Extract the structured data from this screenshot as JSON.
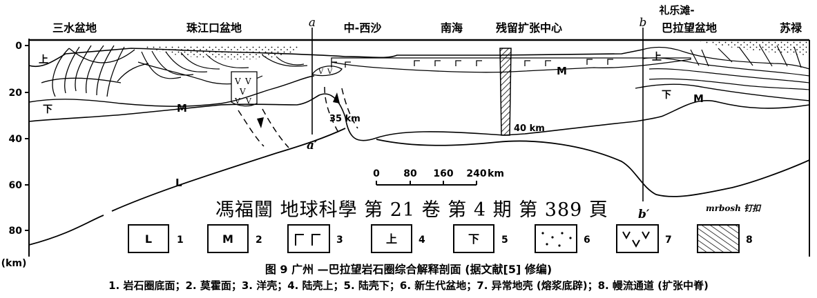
{
  "regions": {
    "sanshui": "三水盆地",
    "pearl_river_mouth": "珠江口盆地",
    "zhong_xisha": "中-西沙",
    "nanhai": "南海",
    "spreading_center": "残留扩张中心",
    "lile_line1": "礼乐滩-",
    "lile_line2": "巴拉望盆地",
    "sulu": "苏禄"
  },
  "section_marks": {
    "a": "a",
    "a_prime": "a′",
    "b": "b",
    "b_prime": "b′"
  },
  "depth_axis": {
    "ticks": [
      "0",
      "20",
      "40",
      "60",
      "80"
    ],
    "unit": "(km)"
  },
  "profile_labels": {
    "upper_left": "上",
    "lower_left": "下",
    "upper_right": "上",
    "lower_right": "下",
    "moho": "M",
    "moho_right": "M",
    "moho_center": "M",
    "lithosphere": "L",
    "depth_35": "35 km",
    "depth_40": "40 km"
  },
  "scale_bar": {
    "ticks": [
      "0",
      "80",
      "160",
      "240"
    ],
    "unit": "km"
  },
  "legend": [
    {
      "symbol": "L",
      "number": "1"
    },
    {
      "symbol": "M",
      "number": "2"
    },
    {
      "symbol": "oceanic-crust-pattern",
      "number": "3"
    },
    {
      "symbol": "上",
      "number": "4"
    },
    {
      "symbol": "下",
      "number": "5"
    },
    {
      "symbol": "dots-pattern",
      "number": "6"
    },
    {
      "symbol": "v-pattern",
      "number": "7"
    },
    {
      "symbol": "hatch-pattern",
      "number": "8"
    }
  ],
  "watermark": "馮福闓 地球科學 第 21 卷 第 4 期 第 389 頁",
  "credit": "mrbosh 钉扣",
  "caption": "图 9   广州 —巴拉望岩石圈综合解释剖面 (据文献[5] 修编)",
  "legend_text": "1. 岩石圈底面；2. 莫霍面；3. 洋壳；4. 陆壳上；5. 陆壳下；6. 新生代盆地；7. 异常地壳 (熔浆底辟)；8. 幔流通道 (扩张中脊)"
}
